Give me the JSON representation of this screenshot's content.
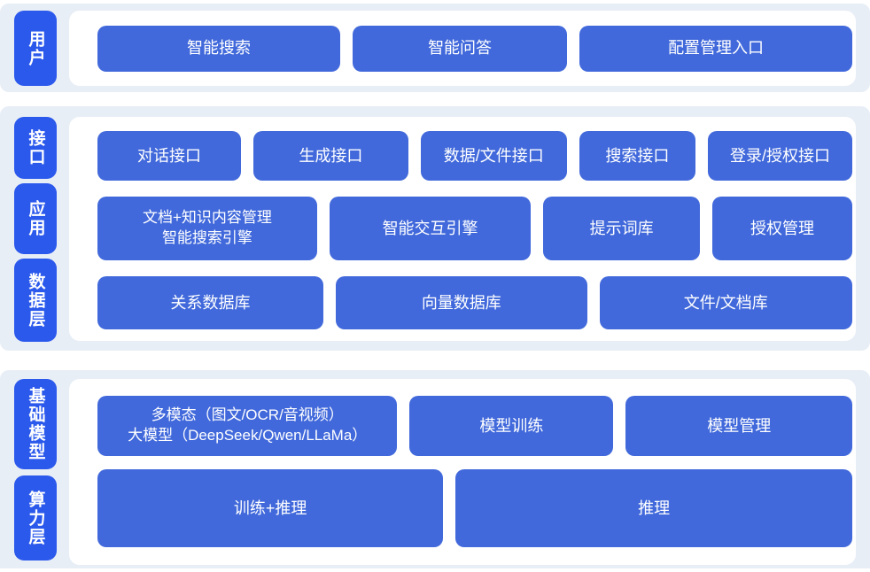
{
  "colors": {
    "page_bg": "#ffffff",
    "band_bg": "#e8eef6",
    "panel_bg": "#ffffff",
    "layer_label_bg": "#2b59ec",
    "block_bg": "#4169db",
    "text": "#ffffff"
  },
  "sections": [
    {
      "name": "user-layer",
      "labels": [
        {
          "text": "用户"
        }
      ],
      "rows": [
        {
          "buttons": [
            {
              "text": "智能搜索"
            },
            {
              "text": "智能问答"
            },
            {
              "text": "配置管理入口"
            }
          ]
        }
      ]
    },
    {
      "name": "interface-application-data-layer",
      "labels": [
        {
          "text": "接口"
        },
        {
          "text": "应用"
        },
        {
          "text": "数据层"
        }
      ],
      "rows": [
        {
          "buttons": [
            {
              "text": "对话接口"
            },
            {
              "text": "生成接口"
            },
            {
              "text": "数据/文件接口"
            },
            {
              "text": "搜索接口"
            },
            {
              "text": "登录/授权接口"
            }
          ]
        },
        {
          "buttons": [
            {
              "text": "文档+知识内容管理\n智能搜索引擎"
            },
            {
              "text": "智能交互引擎"
            },
            {
              "text": "提示词库"
            },
            {
              "text": "授权管理"
            }
          ]
        },
        {
          "buttons": [
            {
              "text": "关系数据库"
            },
            {
              "text": "向量数据库"
            },
            {
              "text": "文件/文档库"
            }
          ]
        }
      ]
    },
    {
      "name": "foundation-model-compute-layer",
      "labels": [
        {
          "text": "基础模型"
        },
        {
          "text": "算力层"
        }
      ],
      "rows": [
        {
          "buttons": [
            {
              "text": "多模态（图文/OCR/音视频）\n大模型（DeepSeek/Qwen/LLaMa）"
            },
            {
              "text": "模型训练"
            },
            {
              "text": "模型管理"
            }
          ]
        },
        {
          "buttons": [
            {
              "text": "训练+推理"
            },
            {
              "text": "推理"
            }
          ]
        }
      ]
    }
  ]
}
